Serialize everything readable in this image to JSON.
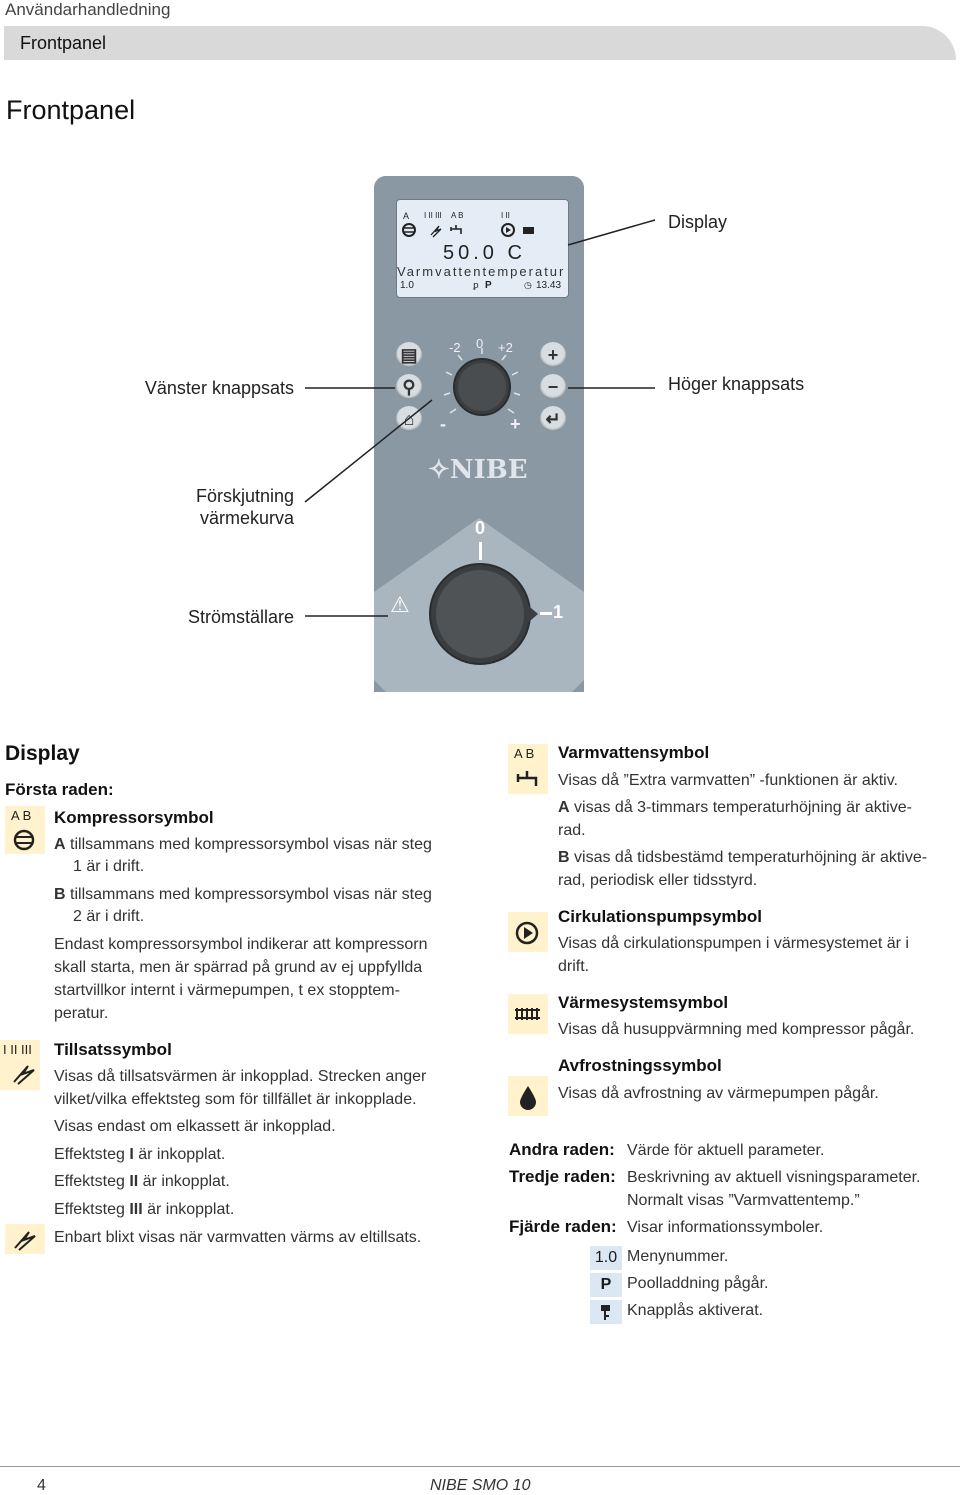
{
  "header": {
    "doc_title": "Användarhandledning",
    "section": "Frontpanel",
    "page_heading": "Frontpanel"
  },
  "device": {
    "lcd": {
      "row1_labels": {
        "a": "A",
        "roman": "I II III",
        "ab": "A B",
        "i_ii": "I II"
      },
      "value": "50.0 C",
      "param": "Varmvattentemperatur",
      "menu": "1.0",
      "pool": "P",
      "time": "13.43"
    },
    "dial_small": {
      "minus2": "-2",
      "zero": "0",
      "plus2": "+2",
      "minus": "-",
      "plus": "+"
    },
    "brand": "NIBE",
    "switch": {
      "zero": "0",
      "one": "1"
    },
    "right_buttons": {
      "plus": "+",
      "minus": "−",
      "enter": "↵"
    }
  },
  "callouts": {
    "display": "Display",
    "left_keypad": "Vänster knappsats",
    "right_keypad": "Höger knappsats",
    "curve_offset_1": "Förskjutning",
    "curve_offset_2": "värmekurva",
    "switch": "Strömställare"
  },
  "left_col": {
    "heading": "Display",
    "sub": "Första raden:",
    "compressor": {
      "label": "A B",
      "title": "Kompressorsymbol",
      "a_b": "A",
      "a_text": "tillsammans med kompressorsymbol visas när steg",
      "a_text2": "1 är i drift.",
      "b_b": "B",
      "b_text": "tillsammans med kompressorsymbol visas när steg",
      "b_text2": "2 är i drift.",
      "p1": "Endast kompressorsymbol indikerar att kompressorn",
      "p2": "skall starta, men är spärrad på grund av ej uppfyllda",
      "p3": "startvillkor internt i värmepumpen, t ex stopptem-",
      "p4": "peratur."
    },
    "addon": {
      "label": "I II III",
      "title": "Tillsatssymbol",
      "p1": "Visas då tillsatsvärmen är inkopplad. Strecken anger",
      "p2": "vilket/vilka effektsteg som för tillfället är inkopplade.",
      "p3": "Visas endast om elkassett är inkopplad.",
      "s1a": "Effektsteg ",
      "s1b": "I",
      "s1c": " är inkopplat.",
      "s2a": "Effektsteg ",
      "s2b": "II",
      "s2c": " är inkopplat.",
      "s3a": "Effektsteg ",
      "s3b": "III",
      "s3c": " är inkopplat.",
      "p4": "Enbart blixt visas när varmvatten värms av eltillsats."
    }
  },
  "right_col": {
    "hotwater": {
      "label": "A B",
      "title": "Varmvattensymbol",
      "p1": "Visas då ”Extra varmvatten” -funktionen är aktiv.",
      "a_b": "A",
      "a1": "visas då 3-timmars temperaturhöjning är aktive-",
      "a2": "rad.",
      "b_b": "B",
      "b1": "visas då tidsbestämd temperaturhöjning är aktive-",
      "b2": "rad, periodisk eller tidsstyrd."
    },
    "circ": {
      "title": "Cirkulationspumpsymbol",
      "p1": "Visas då cirkulationspumpen i värmesystemet är i",
      "p2": "drift."
    },
    "heat": {
      "title": "Värmesystemsymbol",
      "p1": "Visas då husuppvärmning med kompressor pågår."
    },
    "defrost": {
      "title": "Avfrostningssymbol",
      "p1": "Visas då avfrostning av värmepumpen pågår."
    },
    "rows": {
      "second_label": "Andra raden:",
      "second_text": "Värde för aktuell parameter.",
      "third_label": "Tredje raden:",
      "third_text1": "Beskrivning av aktuell visningsparameter.",
      "third_text2": "Normalt visas ”Varmvattentemp.”",
      "fourth_label": "Fjärde raden:",
      "fourth_text": "Visar informationssymboler."
    },
    "info": {
      "menu_sym": "1.0",
      "menu_text": "Menynummer.",
      "pool_sym": "P",
      "pool_text": "Poolladdning pågår.",
      "lock_text": "Knapplås aktiverat."
    }
  },
  "footer": {
    "page": "4",
    "product": "NIBE SMO 10"
  }
}
